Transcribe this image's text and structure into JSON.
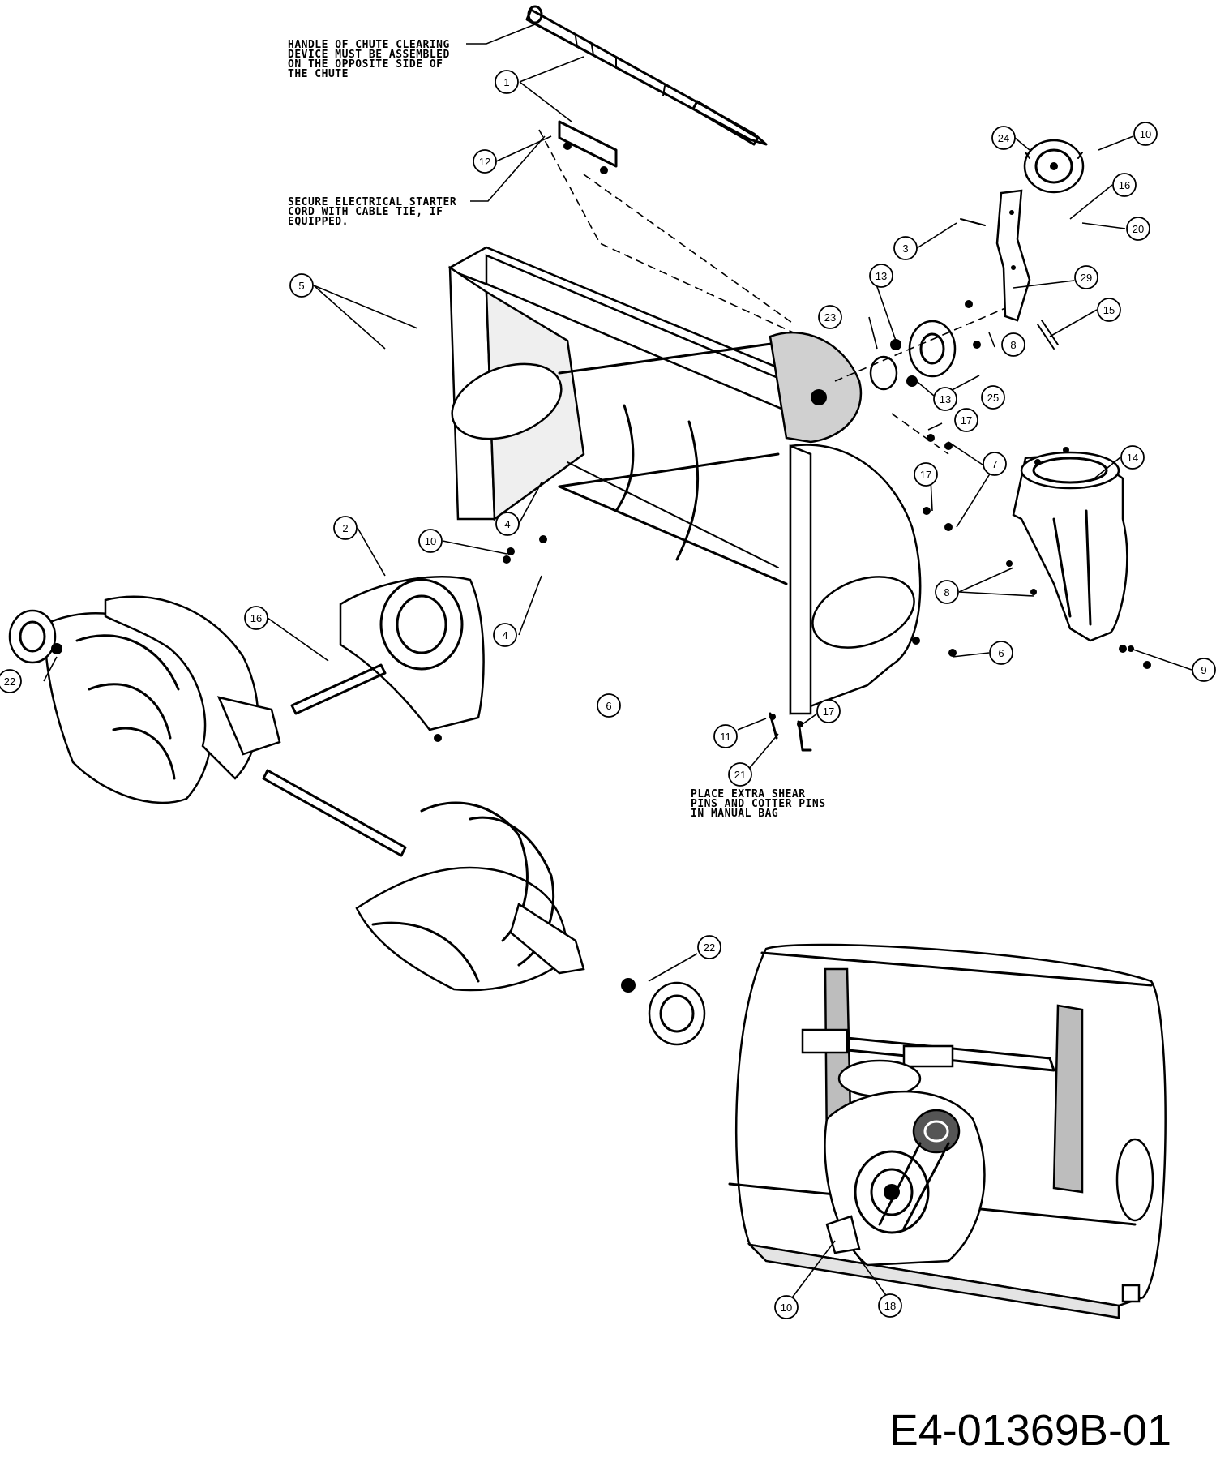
{
  "notes": {
    "chute_handle": [
      "HANDLE OF CHUTE CLEARING",
      "DEVICE MUST BE ASSEMBLED",
      "ON THE OPPOSITE SIDE OF",
      "THE CHUTE"
    ],
    "starter_cord": [
      "SECURE ELECTRICAL STARTER",
      "CORD WITH CABLE TIE, IF",
      "EQUIPPED."
    ],
    "shear_pins": [
      "PLACE EXTRA SHEAR",
      "PINS AND COTTER PINS",
      "IN MANUAL BAG"
    ]
  },
  "callouts": [
    "1",
    "12",
    "5",
    "2",
    "16",
    "22",
    "10",
    "4",
    "4",
    "6",
    "3",
    "13",
    "23",
    "24",
    "10",
    "16",
    "20",
    "29",
    "15",
    "8",
    "25",
    "13",
    "17",
    "7",
    "17",
    "14",
    "8",
    "9",
    "6",
    "11",
    "17",
    "21",
    "22",
    "10",
    "18"
  ],
  "document_code": "E4-01369B-01"
}
